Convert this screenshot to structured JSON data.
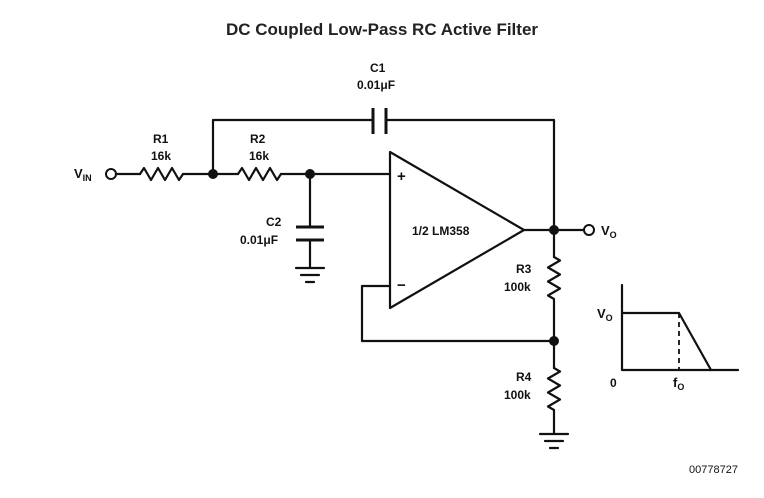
{
  "title": "DC Coupled Low-Pass RC Active Filter",
  "components": {
    "r1": {
      "name": "R1",
      "value": "16k"
    },
    "r2": {
      "name": "R2",
      "value": "16k"
    },
    "c1": {
      "name": "C1",
      "value": "0.01μF"
    },
    "c2": {
      "name": "C2",
      "value": "0.01μF"
    },
    "r3": {
      "name": "R3",
      "value": "100k"
    },
    "r4": {
      "name": "R4",
      "value": "100k"
    },
    "opamp": {
      "name": "1/2 LM358",
      "plus": "+",
      "minus": "−"
    }
  },
  "terminals": {
    "vin": {
      "main": "V",
      "sub": "IN"
    },
    "vo": {
      "main": "V",
      "sub": "O"
    }
  },
  "response_graph": {
    "y_label_main": "V",
    "y_label_sub": "O",
    "x_origin": "0",
    "x_label_main": "f",
    "x_label_sub": "O"
  },
  "figure_id": "00778727"
}
